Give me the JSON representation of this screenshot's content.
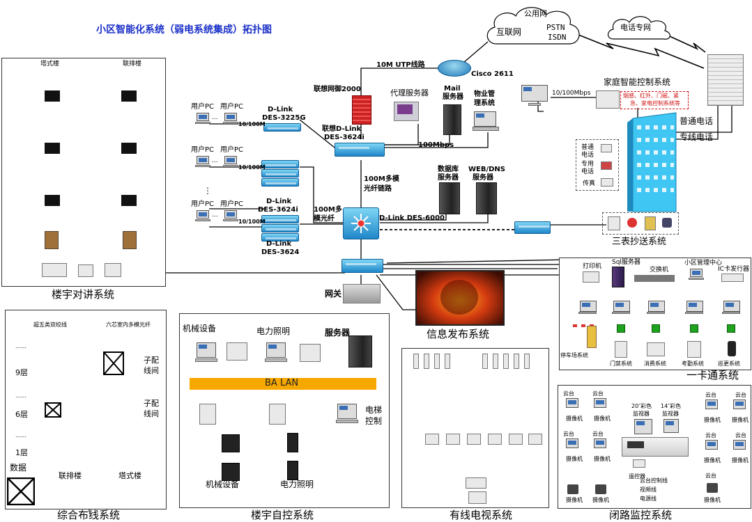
{
  "title": "小区智能化系统（弱电系统集成）拓扑图",
  "clouds": {
    "public_net": "公用网",
    "internet": "互联网",
    "pstn": "PSTN",
    "isdn": "ISDN",
    "tel_private": "电话专网"
  },
  "core": {
    "utp": "10M UTP线路",
    "cisco": "Cisco 2611",
    "firewall": "联想网御2000",
    "proxy": "代理服务器",
    "mail_1": "Mail",
    "mail_2": "服务器",
    "property_1": "物业管",
    "property_2": "理系统",
    "sw_3624i_a": "联想D-Link",
    "sw_3624i_b": "DES-3624i",
    "mbps100": "100Mbps",
    "fiber_1": "100M多模",
    "fiber_2": "光纤链路",
    "db_1": "数据库",
    "db_2": "服务器",
    "web_1": "WEB/DNS",
    "web_2": "服务器",
    "des6000": "D-Link DES-6000",
    "fiber100_1": "100M多",
    "fiber100_2": "模光纤",
    "dl3225_a": "D-Link",
    "dl3225_b": "DES-3225G",
    "dl3624i_a": "D-Link",
    "dl3624i_b": "DES-3624i",
    "dl3624_a": "D-Link",
    "dl3624_b": "DES-3624",
    "user_pc": "用户PC",
    "speed": "10/100M",
    "dots": "...",
    "vdots": "⋮",
    "gateway": "网关"
  },
  "home": {
    "speed": "10/100Mbps",
    "title": "家庭智能控制系统",
    "red_1": "烟感、红外、门磁、紧",
    "red_2": "急、家电控制系统等",
    "normal_tel": "普通电话",
    "private_tel": "专线电话",
    "normal": [
      "普通",
      "电话"
    ],
    "private": [
      "专用",
      "电话"
    ],
    "fax": "传真",
    "meter": "三表抄送系统"
  },
  "intercom": {
    "caption": "楼宇对讲系统",
    "tower": "塔式楼",
    "row": "联排楼"
  },
  "onecard": {
    "caption": "一卡通系统",
    "printer": "打印机",
    "sql": "Sql服务器",
    "switch": "交换机",
    "center": "小区管理中心",
    "ic": "IC卡发行器",
    "parking": "停车场系统",
    "items": [
      "门禁系统",
      "消费系统",
      "考勤系统",
      "巡更系统"
    ]
  },
  "info": {
    "caption": "信息发布系统"
  },
  "cabling": {
    "caption": "综合布线系统",
    "cat5": "超五类双绞线",
    "fiber6": "六芯室内多模光纤",
    "dots": "……",
    "f9": "9层",
    "f6": "6层",
    "f1": "1层",
    "data": "数据",
    "row": "联排楼",
    "tower": "塔式楼",
    "sub1_1": "子配",
    "sub1_2": "线间",
    "sub2_1": "子配",
    "sub2_2": "线间"
  },
  "ba": {
    "caption": "楼宇自控系统",
    "mech": "机械设备",
    "light": "电力照明",
    "server": "服务器",
    "lan": "BA  LAN",
    "elev_1": "电梯",
    "elev_2": "控制",
    "mech2": "机械设备",
    "light2": "电力照明"
  },
  "catv": {
    "caption": "有线电视系统"
  },
  "cctv": {
    "caption": "闭路监控系统",
    "ptz": "云台",
    "cam": "摄像机",
    "mon20_1": "20″彩色",
    "mon20_2": "监视器",
    "mon14_1": "14″彩色",
    "mon14_2": "监视器",
    "remote": "遥控器",
    "l1": "云台控制线",
    "l2": "视频线",
    "l3": "电源线"
  },
  "colors": {
    "title_blue": "#1a2fc8",
    "lan_orange": "#f7a800",
    "red_text": "#d01010",
    "building_cyan": "#3fc6f2"
  }
}
